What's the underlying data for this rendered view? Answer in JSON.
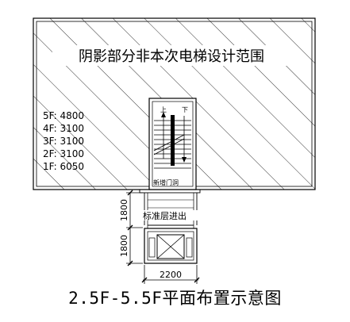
{
  "drawing": {
    "shaded_area_label": "阴影部分非本次电梯设计范围",
    "floor_heights": [
      "5F: 4800",
      "4F: 3100",
      "3F: 3100",
      "2F: 3100",
      "1F: 6050"
    ],
    "stair_up_label": "上",
    "stair_down_label": "下",
    "new_door_label": "新增门洞",
    "entrance_label": "标准层进出",
    "dim_upper": "1800",
    "dim_lower": "1800",
    "dim_width": "2200"
  },
  "caption": "2.5F-5.5F平面布置示意图"
}
